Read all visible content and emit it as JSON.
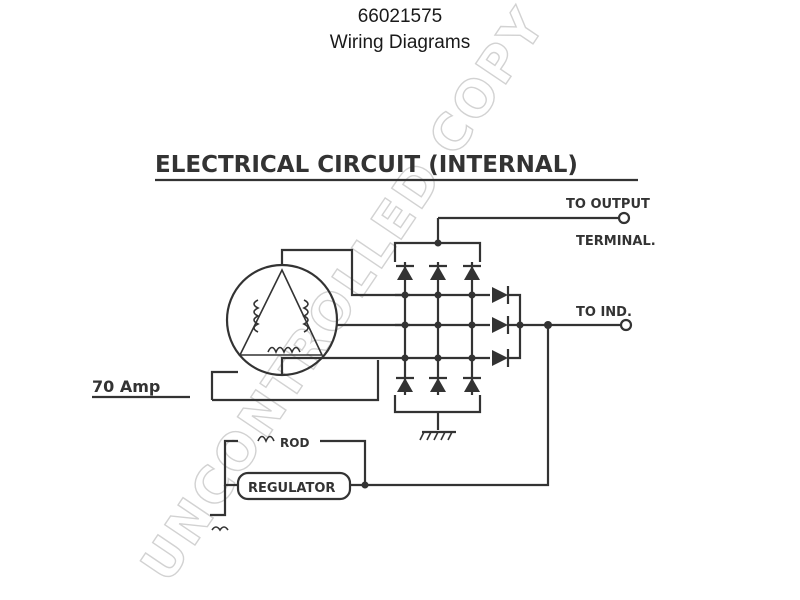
{
  "header": {
    "part_number": "66021575",
    "subtitle": "Wiring Diagrams"
  },
  "diagram": {
    "title": "ELECTRICAL CIRCUIT (INTERNAL)",
    "output_label_line1": "TO OUTPUT",
    "output_label_line2": "TERMINAL.",
    "ind_label": "TO IND.",
    "rating_label": "70 Amp",
    "regulator_label": "REGULATOR",
    "rod_label": "ROD"
  },
  "watermark": {
    "text": "UNCONTROLLED COPY"
  }
}
